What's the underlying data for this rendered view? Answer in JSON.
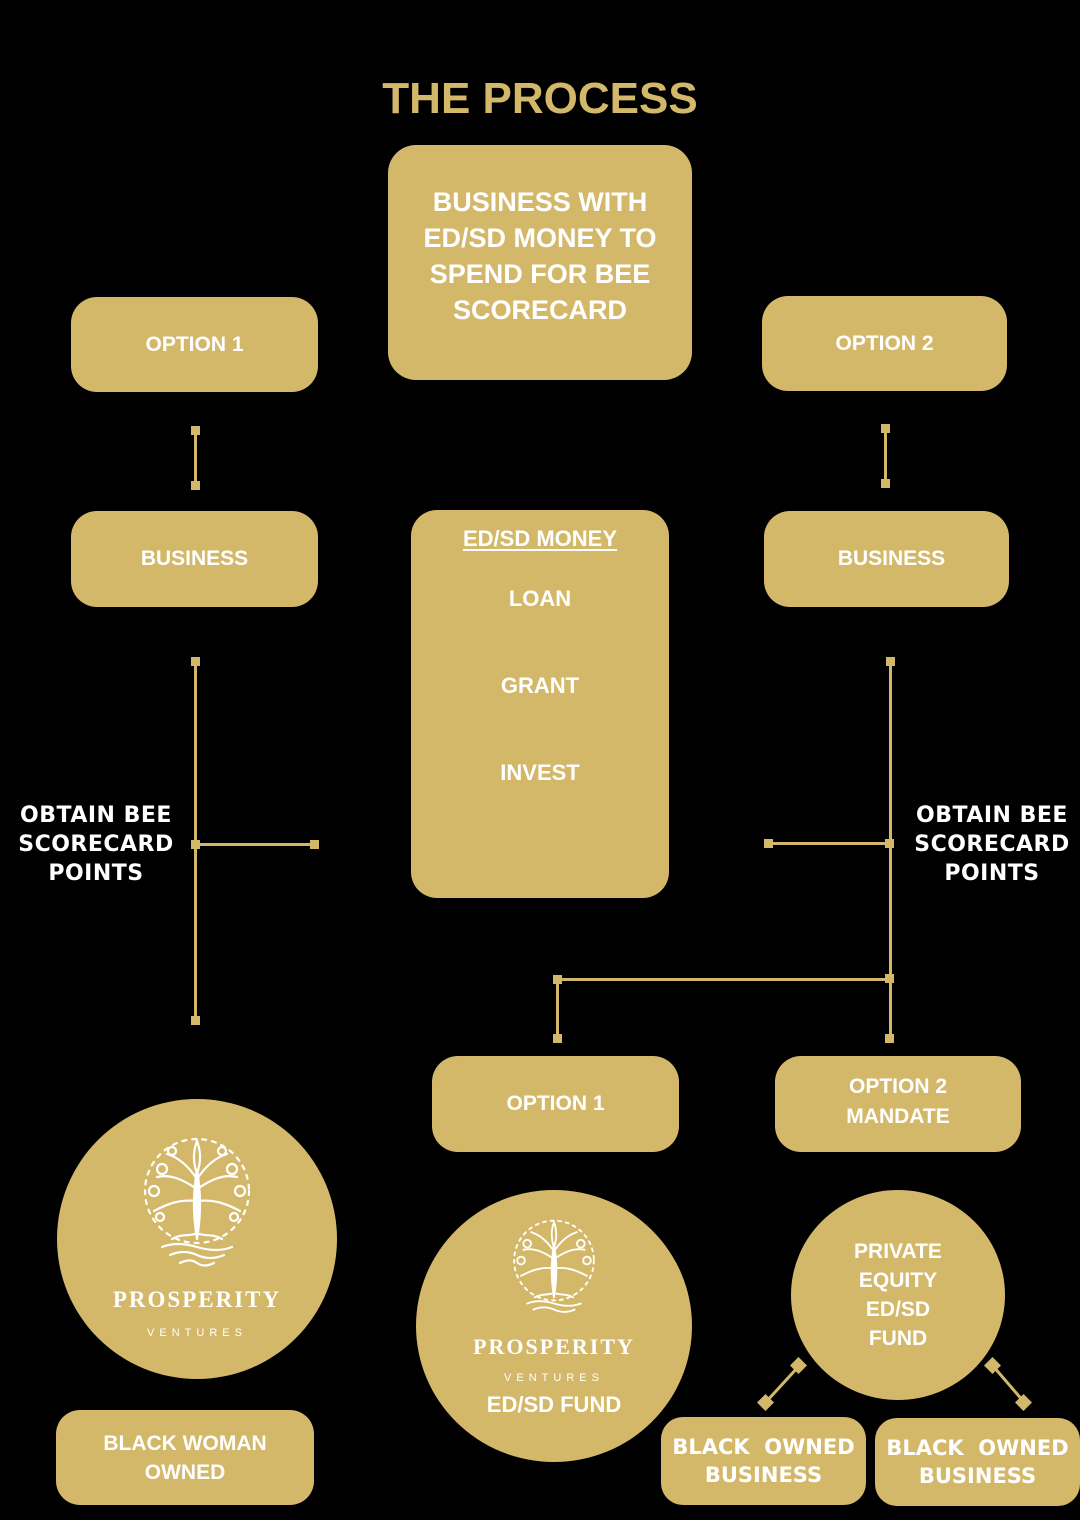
{
  "title": "THE PROCESS",
  "colors": {
    "background": "#000000",
    "gold": "#D4B86A",
    "text_on_gold": "#FFFFFF"
  },
  "top_box": {
    "lines": [
      "BUSINESS WITH",
      "ED/SD MONEY TO",
      "SPEND FOR BEE",
      "SCORECARD"
    ]
  },
  "left_branch": {
    "option_label": "OPTION 1",
    "business_label": "BUSINESS",
    "side_label": [
      "OBTAIN BEE",
      "SCORECARD",
      "POINTS"
    ],
    "logo": {
      "icon": "tree-of-life-icon",
      "brand": "PROSPERITY",
      "sub": "VENTURES"
    },
    "result_box": [
      "BLACK WOMAN",
      "OWNED"
    ]
  },
  "center": {
    "money_box": {
      "heading": "ED/SD MONEY",
      "items": [
        "LOAN",
        "GRANT",
        "INVEST"
      ]
    }
  },
  "right_branch": {
    "option_label": "OPTION 2",
    "business_label": "BUSINESS",
    "side_label": [
      "OBTAIN BEE",
      "SCORECARD",
      "POINTS"
    ],
    "sub_options": {
      "option1": {
        "lines": [
          "OPTION 1"
        ]
      },
      "option2": {
        "lines": [
          "OPTION 2",
          "MANDATE"
        ]
      }
    },
    "fund_logo": {
      "icon": "tree-of-life-icon",
      "brand": "PROSPERITY",
      "sub": "VENTURES",
      "caption": "ED/SD FUND"
    },
    "pe_fund": {
      "lines": [
        "PRIVATE",
        "EQUITY",
        "ED/SD",
        "FUND"
      ]
    },
    "black_owned": [
      {
        "lines": [
          "BLACK  OWNED",
          "BUSINESS"
        ]
      },
      {
        "lines": [
          "BLACK  OWNED",
          "BUSINESS"
        ]
      }
    ]
  }
}
